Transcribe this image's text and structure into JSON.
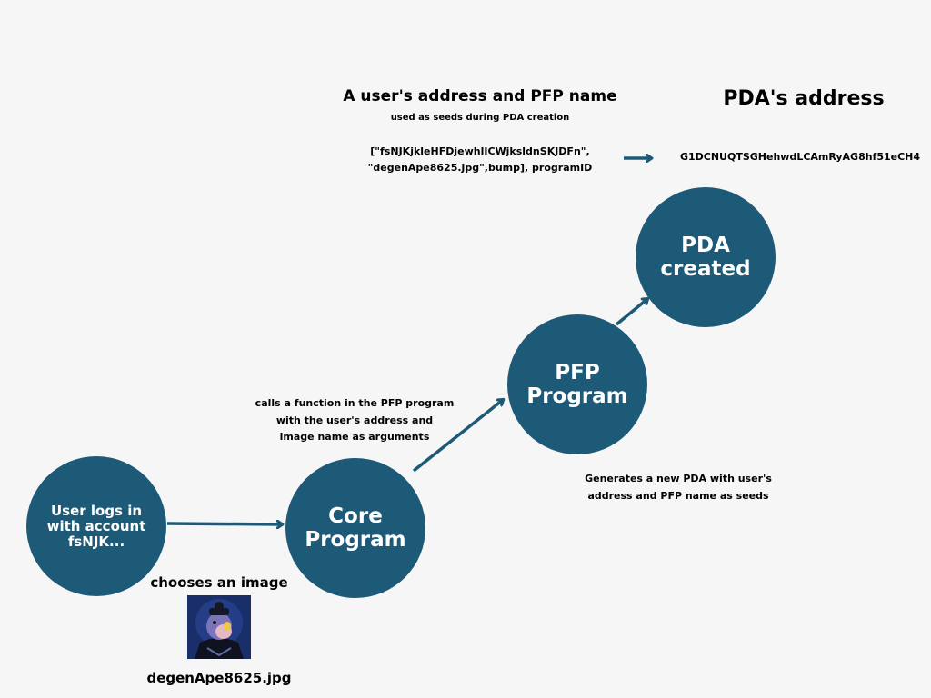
{
  "header": {
    "seeds_title": "A user's address and PFP name",
    "seeds_subtitle": "used as  seeds during PDA creation",
    "seeds_line1": "[\"fsNJKjkleHFDjewhlICWjksldnSKJDFn\",",
    "seeds_line2": "\"degenApe8625.jpg\",bump], programID",
    "pda_title": "PDA's address",
    "pda_value": "G1DCNUQTSGHehwdLCAmRyAG8hf51eCH4"
  },
  "nodes": {
    "user": "User logs in\nwith  account\nfsNJK...",
    "core": "Core\nProgram",
    "pfp": "PFP\nProgram",
    "pda": "PDA\ncreated"
  },
  "annotations": {
    "calls_line1": "calls a function in the PFP program",
    "calls_line2": "with the user's address and",
    "calls_line3": "image name as arguments",
    "generates_line1": "Generates a new PDA with user's",
    "generates_line2": "address and PFP name as seeds",
    "chooses": "chooses an image",
    "filename": "degenApe8625.jpg"
  },
  "colors": {
    "node_fill": "#1d5a78",
    "arrow": "#1d5a78",
    "background": "#f6f6f6"
  },
  "icons": {
    "image": "ape-avatar-image"
  }
}
